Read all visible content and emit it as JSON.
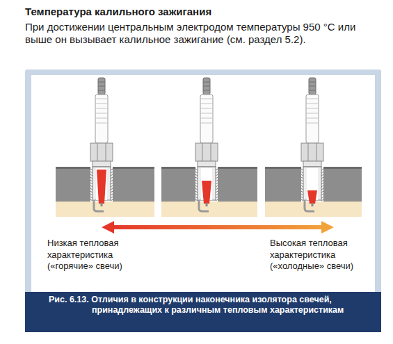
{
  "diagram": {
    "title": "Температура калильного зажигания",
    "caption": "Рис. 6.13. Отличия в конструкции наконечника изолятора свечей, принадлежащих к различным тепловым характеристикам",
    "labels": [
      "При достижении центральным электродом температуры 950 °C или выше он вызывает калильное зажигание (см. раздел 5.2).",
      "Низкая тепловая характеристика («горячие» свечи)",
      "Высокая тепловая характеристика («холодные» свечи)"
    ]
  }
}
